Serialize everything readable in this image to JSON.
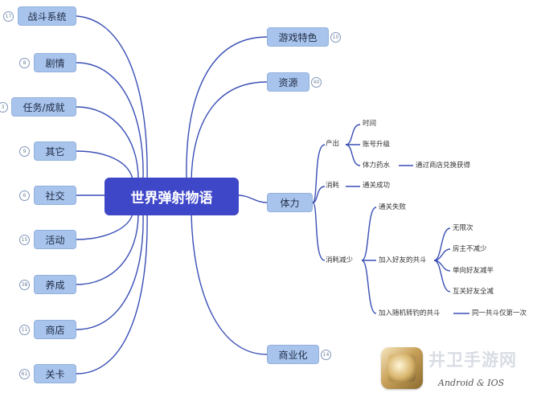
{
  "root": {
    "label": "世界弹射物语"
  },
  "left_nodes": [
    {
      "label": "战斗系统",
      "badge": "17"
    },
    {
      "label": "剧情",
      "badge": "8"
    },
    {
      "label": "任务/成就",
      "badge": "3"
    },
    {
      "label": "其它",
      "badge": "9"
    },
    {
      "label": "社交",
      "badge": "6"
    },
    {
      "label": "活动",
      "badge": "15"
    },
    {
      "label": "养成",
      "badge": "38"
    },
    {
      "label": "商店",
      "badge": "11"
    },
    {
      "label": "关卡",
      "badge": "61"
    }
  ],
  "right_nodes": [
    {
      "label": "游戏特色",
      "badge": "10"
    },
    {
      "label": "资源",
      "badge": "40"
    },
    {
      "label": "体力",
      "badge": ""
    },
    {
      "label": "商业化",
      "badge": "14"
    }
  ],
  "stamina": {
    "produce": {
      "label": "产出",
      "items": [
        "时间",
        "账号升级",
        "体力药水"
      ],
      "potion_detail": "通过商店兑换获得"
    },
    "consume": {
      "label": "消耗",
      "detail": "通关成功"
    },
    "reduce": {
      "label": "消耗减少",
      "fail": "通关失败",
      "friend": {
        "label": "加入好友的共斗",
        "items": [
          "无限次",
          "房主不减少",
          "单向好友减半",
          "互关好友全减"
        ]
      },
      "random": {
        "label": "加入随机转钓的共斗",
        "detail": "同一共斗仅第一次"
      }
    }
  },
  "watermark": {
    "title": "井卫手游网",
    "subtitle": "Android & IOS"
  },
  "colors": {
    "root_fill": "#3f47c9",
    "node_fill": "#a8c4ec",
    "line": "#3a4fb5"
  }
}
